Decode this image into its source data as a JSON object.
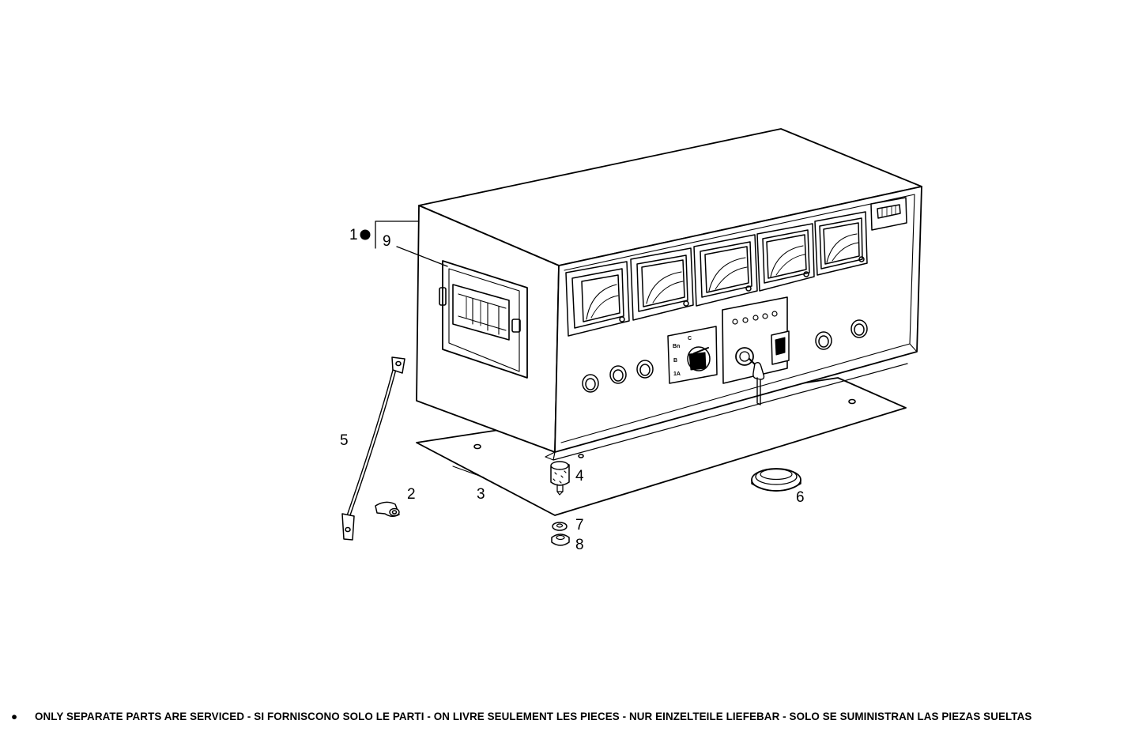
{
  "callouts": {
    "c1": "1",
    "c2": "2",
    "c3": "3",
    "c4": "4",
    "c5": "5",
    "c6": "6",
    "c7": "7",
    "c8": "8",
    "c9": "9"
  },
  "selector_marks": {
    "m1": "C",
    "m2": "Bn",
    "m3": "B",
    "m4": "1A"
  },
  "footer": {
    "bullet": "●",
    "note": "ONLY SEPARATE PARTS ARE SERVICED - SI FORNISCONO SOLO LE PARTI - ON LIVRE SEULEMENT LES PIECES - NUR EINZELTEILE LIEFEBAR - SOLO SE SUMINISTRAN LAS PIEZAS SUELTAS"
  }
}
